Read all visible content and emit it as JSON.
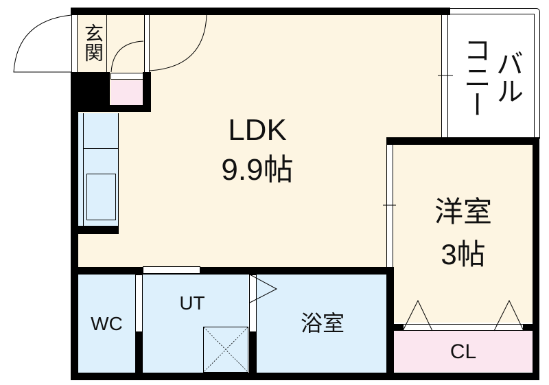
{
  "floorplan": {
    "rooms": {
      "ldk": {
        "name": "LDK",
        "size": "9.9帖"
      },
      "western_room": {
        "name": "洋室",
        "size": "3帖"
      },
      "entrance": {
        "name": "玄関"
      },
      "balcony": {
        "name": "バルコニー",
        "col1": "バル",
        "col2": "コニー"
      },
      "wc": {
        "name": "WC"
      },
      "ut": {
        "name": "UT"
      },
      "bathroom": {
        "name": "浴室"
      },
      "closet": {
        "name": "CL"
      }
    },
    "colors": {
      "ldk_floor": "#fdf5e2",
      "wet_floor": "#ddf0fc",
      "closet_floor": "#fbe6ef",
      "wall": "#000000"
    }
  }
}
